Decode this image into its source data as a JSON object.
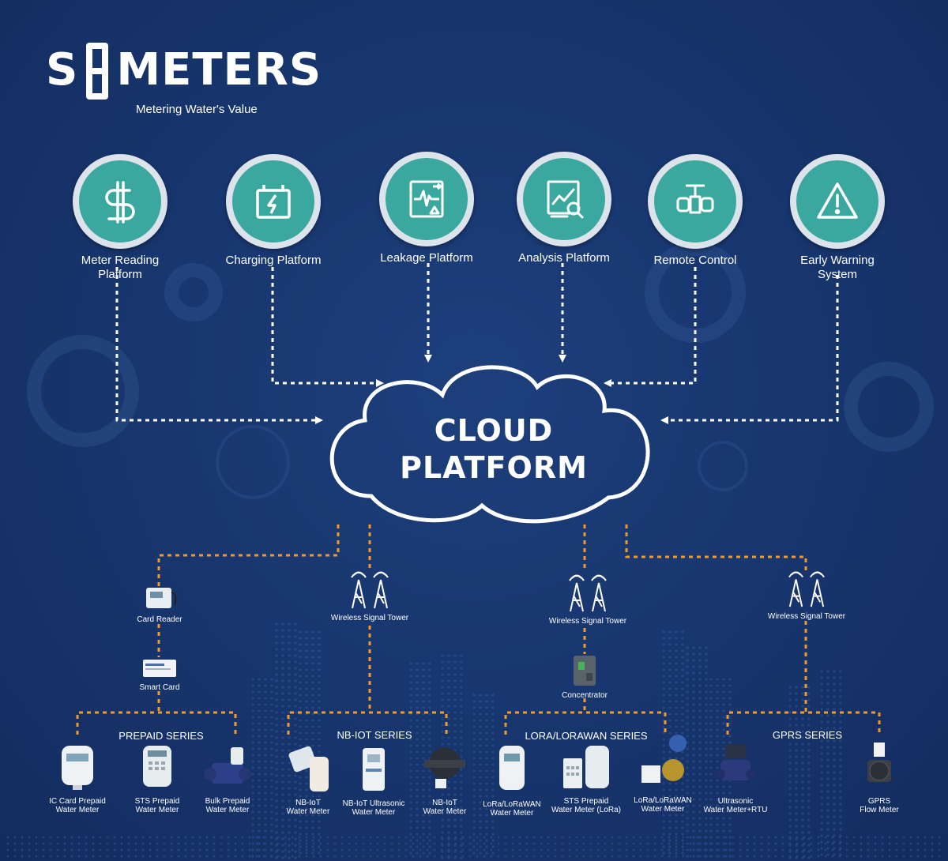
{
  "brand": {
    "name_left": "S",
    "name_right": "METERS",
    "tagline": "Metering Water's Value"
  },
  "services": [
    {
      "label": "Meter Reading Platform",
      "icon": "dollar-icon"
    },
    {
      "label": "Charging Platform",
      "icon": "battery-charging-icon"
    },
    {
      "label": "Leakage Platform",
      "icon": "leakage-monitor-icon"
    },
    {
      "label": "Analysis Platform",
      "icon": "analysis-chart-icon"
    },
    {
      "label": "Remote Control",
      "icon": "valve-icon"
    },
    {
      "label": "Early Warning System",
      "icon": "warning-icon"
    }
  ],
  "cloud": {
    "line1": "CLOUD",
    "line2": "PLATFORM"
  },
  "nodes": {
    "card_reader": "Card Reader",
    "smart_card": "Smart Card",
    "tower_nbiot": "Wireless Signal Tower",
    "tower_lora": "Wireless Signal Tower",
    "concentrator": "Concentrator",
    "tower_gprs": "Wireless Signal Tower"
  },
  "series": {
    "prepaid": {
      "title": "PREPAID SERIES",
      "products": [
        {
          "line1": "IC Card Prepaid",
          "line2": "Water Meter"
        },
        {
          "line1": "STS Prepaid",
          "line2": "Water Meter"
        },
        {
          "line1": "Bulk Prepaid",
          "line2": "Water Meter"
        }
      ]
    },
    "nbiot": {
      "title": "NB-IOT SERIES",
      "products": [
        {
          "line1": "NB-IoT",
          "line2": "Water Meter"
        },
        {
          "line1": "NB-IoT Ultrasonic",
          "line2": "Water Meter"
        },
        {
          "line1": "NB-IoT",
          "line2": "Water Meter"
        }
      ]
    },
    "lora": {
      "title": "LORA/LORAWAN SERIES",
      "products": [
        {
          "line1": "LoRa/LoRaWAN",
          "line2": "Water Meter"
        },
        {
          "line1": "STS Prepaid",
          "line2": "Water Meter (LoRa)"
        },
        {
          "line1": "LoRa/LoRaWAN",
          "line2": "Water Meter"
        }
      ]
    },
    "gprs": {
      "title": "GPRS SERIES",
      "products": [
        {
          "line1": "Ultrasonic",
          "line2": "Water Meter+RTU"
        },
        {
          "line1": "GPRS",
          "line2": "Flow Meter"
        }
      ]
    }
  },
  "colors": {
    "background": "#17356d",
    "teal": "#3aa89e",
    "ring": "#dde3eb",
    "link_white": "#ffffff",
    "link_orange": "#f39a2b"
  }
}
